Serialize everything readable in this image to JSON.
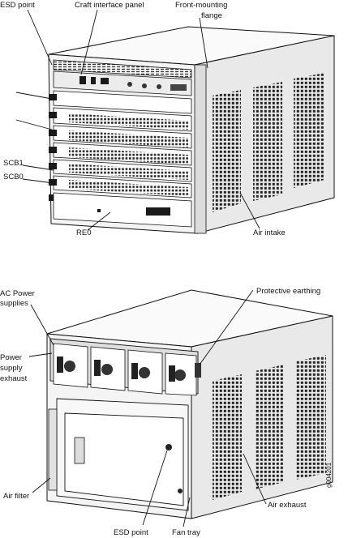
{
  "front_view": {
    "labels": {
      "esd_point": "ESD point",
      "craft_interface_panel": "Craft interface panel",
      "front_mounting_flange_1": "Front-mounting",
      "front_mounting_flange_2": "flange",
      "scb1": "SCB1",
      "scb0": "SCB0",
      "re0": "RE0",
      "air_intake": "Air intake"
    }
  },
  "rear_view": {
    "labels": {
      "ac_power_supplies_1": "AC Power",
      "ac_power_supplies_2": "supplies",
      "protective_earthing": "Protective earthing",
      "power_supply_exhaust_1": "Power",
      "power_supply_exhaust_2": "supply",
      "power_supply_exhaust_3": "exhaust",
      "air_filter": "Air filter",
      "esd_point": "ESD point",
      "fan_tray": "Fan tray",
      "air_exhaust": "Air exhaust"
    }
  },
  "figure_id": "g004201"
}
